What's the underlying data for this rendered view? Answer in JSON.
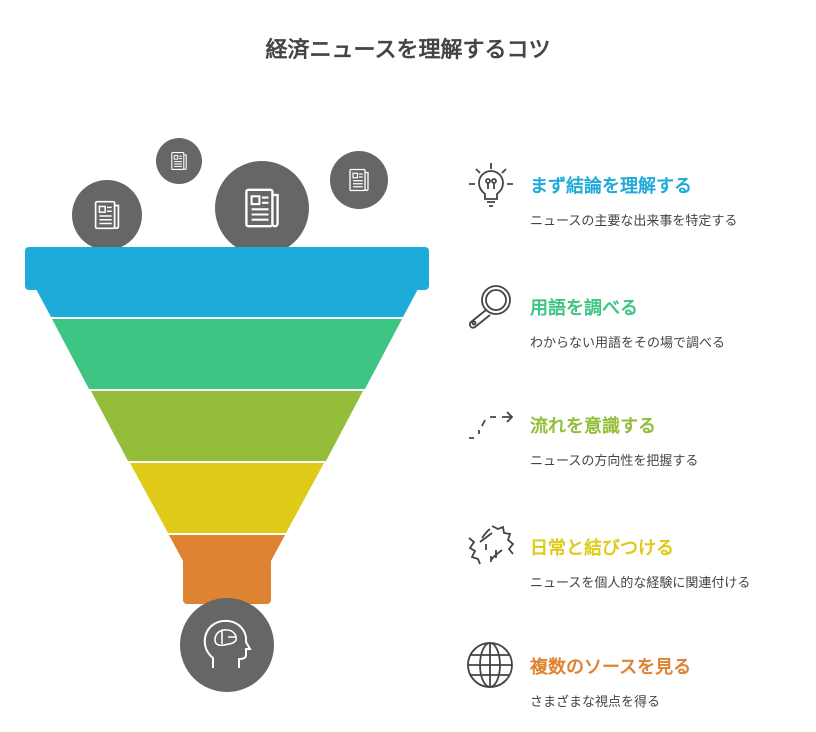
{
  "title": "経済ニュースを理解するコツ",
  "colors": {
    "blue": "#1fabd9",
    "green": "#3ec584",
    "olive": "#94be3a",
    "yellow": "#dfcb17",
    "orange": "#de8331",
    "gray": "#666666"
  },
  "steps": [
    {
      "heading": "まず結論を理解する",
      "desc": "ニュースの主要な出来事を特定する",
      "icon": "lightbulb-icon",
      "color": "#1fabd9"
    },
    {
      "heading": "用語を調べる",
      "desc": "わからない用語をその場で調べる",
      "icon": "magnifier-icon",
      "color": "#3ec584"
    },
    {
      "heading": "流れを意識する",
      "desc": "ニュースの方向性を把握する",
      "icon": "dashed-arrow-icon",
      "color": "#94be3a"
    },
    {
      "heading": "日常と結びつける",
      "desc": "ニュースを個人的な経験に関連付ける",
      "icon": "handshake-icon",
      "color": "#dfcb17"
    },
    {
      "heading": "複数のソースを見る",
      "desc": "さまざまな視点を得る",
      "icon": "globe-icon",
      "color": "#de8331"
    }
  ]
}
